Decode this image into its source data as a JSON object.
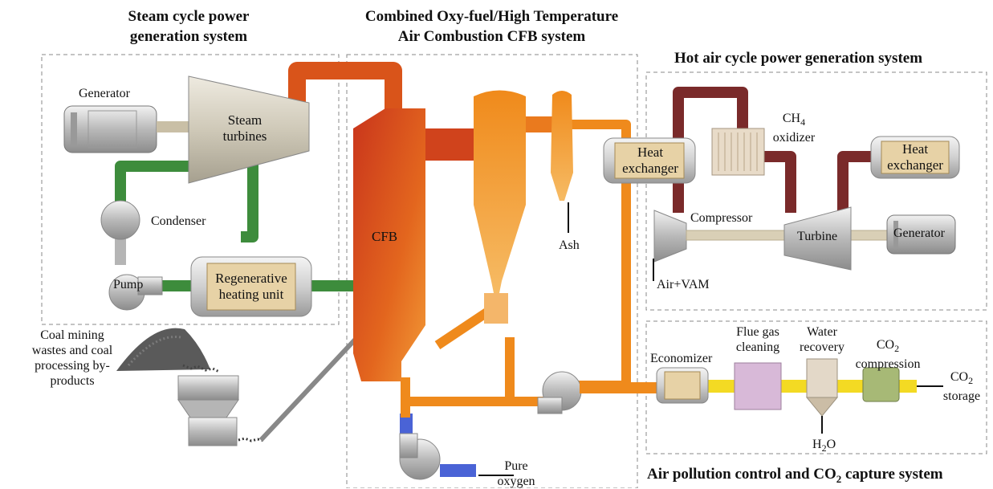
{
  "sections": {
    "steam": {
      "line1": "Steam cycle power",
      "line2": "generation system"
    },
    "cfb_system": {
      "line1": "Combined Oxy-fuel/High Temperature",
      "line2": "Air Combustion CFB system"
    },
    "hot_air": {
      "title": "Hot air cycle power generation system"
    },
    "capture": {
      "title_prefix": "Air pollution control and CO",
      "title_sub": "2",
      "title_suffix": " capture system"
    }
  },
  "components": {
    "generator_left": "Generator",
    "steam_turbines_1": "Steam",
    "steam_turbines_2": "turbines",
    "condenser": "Condenser",
    "pump": "Pump",
    "regen_1": "Regenerative",
    "regen_2": "heating unit",
    "coal_1": "Coal mining",
    "coal_2": "wastes and coal",
    "coal_3": "processing by-",
    "coal_4": "products",
    "cfb": "CFB",
    "ash": "Ash",
    "pure_oxygen_1": "Pure",
    "pure_oxygen_2": "oxygen",
    "heat_exchanger_1a": "Heat",
    "heat_exchanger_1b": "exchanger",
    "ch4_prefix": "CH",
    "ch4_sub": "4",
    "ch4_line2": "oxidizer",
    "heat_exchanger_2a": "Heat",
    "heat_exchanger_2b": "exchanger",
    "compressor": "Compressor",
    "turbine": "Turbine",
    "generator_right": "Generator",
    "air_vam": "Air+VAM",
    "economizer": "Economizer",
    "flue_1": "Flue gas",
    "flue_2": "cleaning",
    "water_1": "Water",
    "water_2": "recovery",
    "co2c_prefix": "CO",
    "co2c_sub": "2",
    "co2c_line2": "compression",
    "co2s_prefix": "CO",
    "co2s_sub": "2",
    "co2s_line2": "storage",
    "h2o_prefix": "H",
    "h2o_sub": "2",
    "h2o_suffix": "O"
  },
  "colors": {
    "steam_pipe": "#3d8c3c",
    "hot_pipe": "#d9541a",
    "warm_pipe": "#ef8a1c",
    "air_pipe": "#7a2a2a",
    "oxygen_pipe": "#4a63d6",
    "capture_pipe": "#f3da23",
    "metal": "#c8c8c8"
  }
}
